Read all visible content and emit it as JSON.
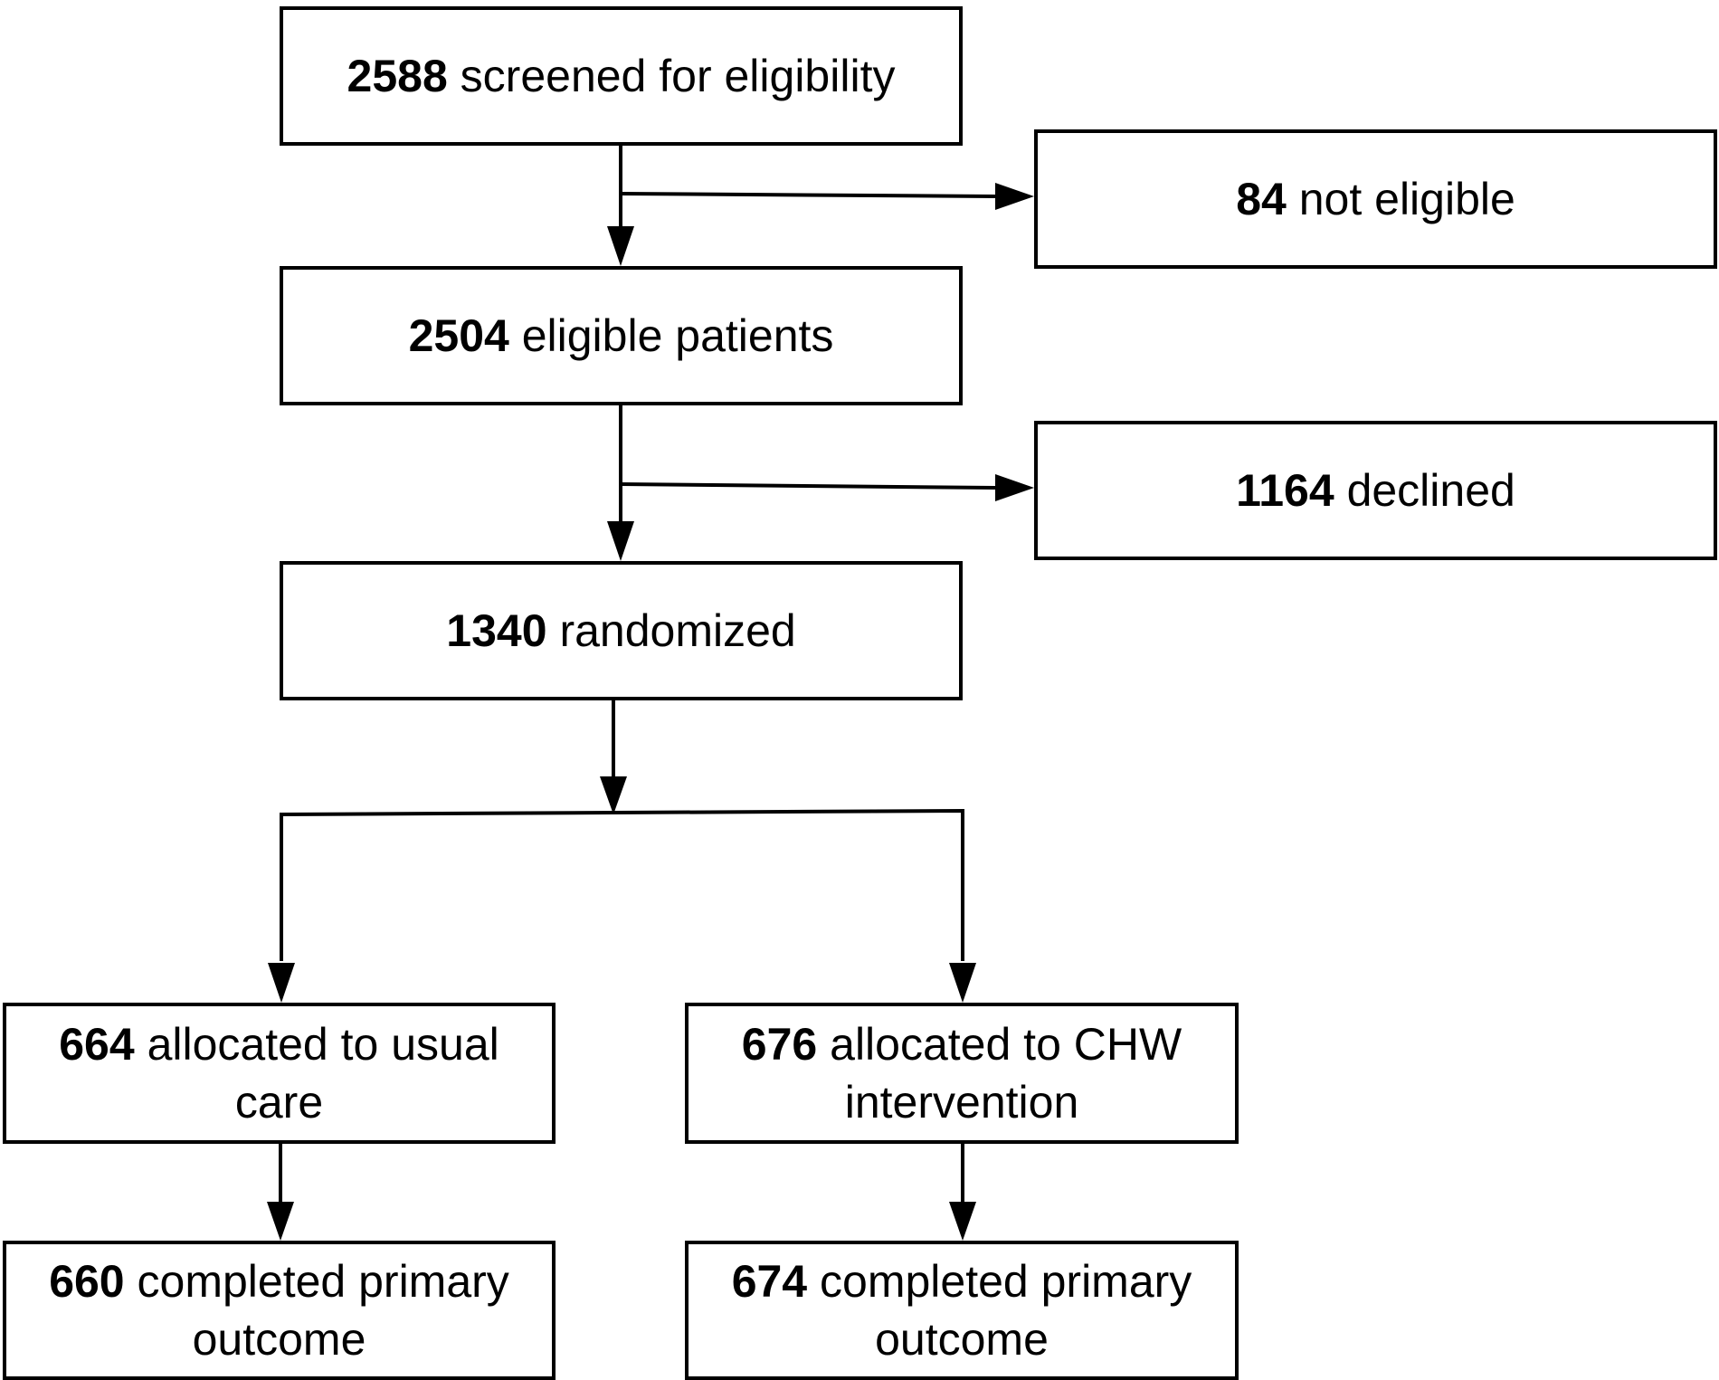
{
  "nodes": {
    "screened": {
      "count": "2588",
      "text": "screened for eligibility"
    },
    "not_eligible": {
      "count": "84",
      "text": "not eligible"
    },
    "eligible": {
      "count": "2504",
      "text": "eligible patients"
    },
    "declined": {
      "count": "1164",
      "text": "declined"
    },
    "randomized": {
      "count": "1340",
      "text": "randomized"
    },
    "usual_care": {
      "count": "664",
      "text": "allocated to usual care"
    },
    "chw": {
      "count": "676",
      "text": "allocated to CHW intervention"
    },
    "completed_usual": {
      "count": "660",
      "text": "completed primary outcome"
    },
    "completed_chw": {
      "count": "674",
      "text": "completed primary outcome"
    }
  },
  "edges": [
    {
      "from": "screened",
      "to": "eligible"
    },
    {
      "from": "screened",
      "to": "not_eligible"
    },
    {
      "from": "eligible",
      "to": "randomized"
    },
    {
      "from": "eligible",
      "to": "declined"
    },
    {
      "from": "randomized",
      "to": "usual_care"
    },
    {
      "from": "randomized",
      "to": "chw"
    },
    {
      "from": "usual_care",
      "to": "completed_usual"
    },
    {
      "from": "chw",
      "to": "completed_chw"
    }
  ]
}
